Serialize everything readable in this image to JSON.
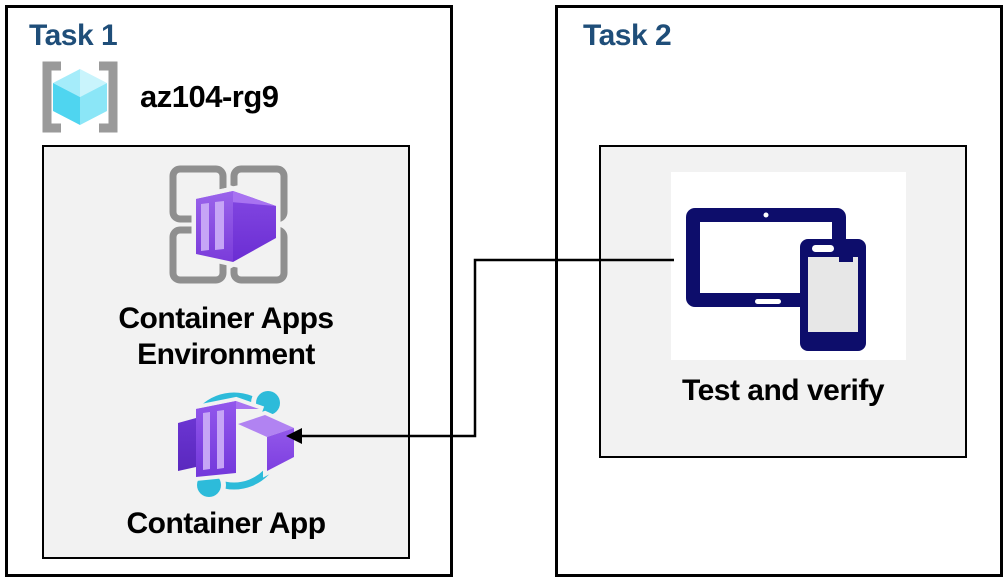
{
  "task1": {
    "title": "Task 1",
    "resource_group": {
      "name": "az104-rg9",
      "icon": "resource-group-icon"
    },
    "environment": {
      "label_line1": "Container Apps",
      "label_line2": "Environment",
      "icon": "container-apps-environment-icon"
    },
    "container_app": {
      "label": "Container App",
      "icon": "container-app-icon"
    }
  },
  "task2": {
    "title": "Task 2",
    "test": {
      "label": "Test and verify",
      "icon": "tablet-and-phone-icon"
    }
  },
  "connector": {
    "type": "elbow-arrow",
    "from": "test-and-verify-icon",
    "to": "container-app-icon",
    "color": "#000000"
  },
  "colors": {
    "title_blue": "#1F4E79",
    "panel_fill": "#F2F2F2",
    "box_border": "#000000",
    "label_black": "#000000",
    "bracket_gray": "#9A9A9A",
    "grid_gray": "#8F8F8F",
    "cube_cyan_light": "#C9F4FC",
    "cube_cyan_top": "#A5ECFA",
    "cube_cyan_left": "#4FD5F0",
    "cube_cyan_right": "#8BE6F7",
    "purple_top": "#A873F1",
    "purple_stripe": "#C6A5F6",
    "teal": "#2DBBDA",
    "device_navy": "#0D0D6B",
    "phone_screen_gray": "#E7E7E7"
  }
}
